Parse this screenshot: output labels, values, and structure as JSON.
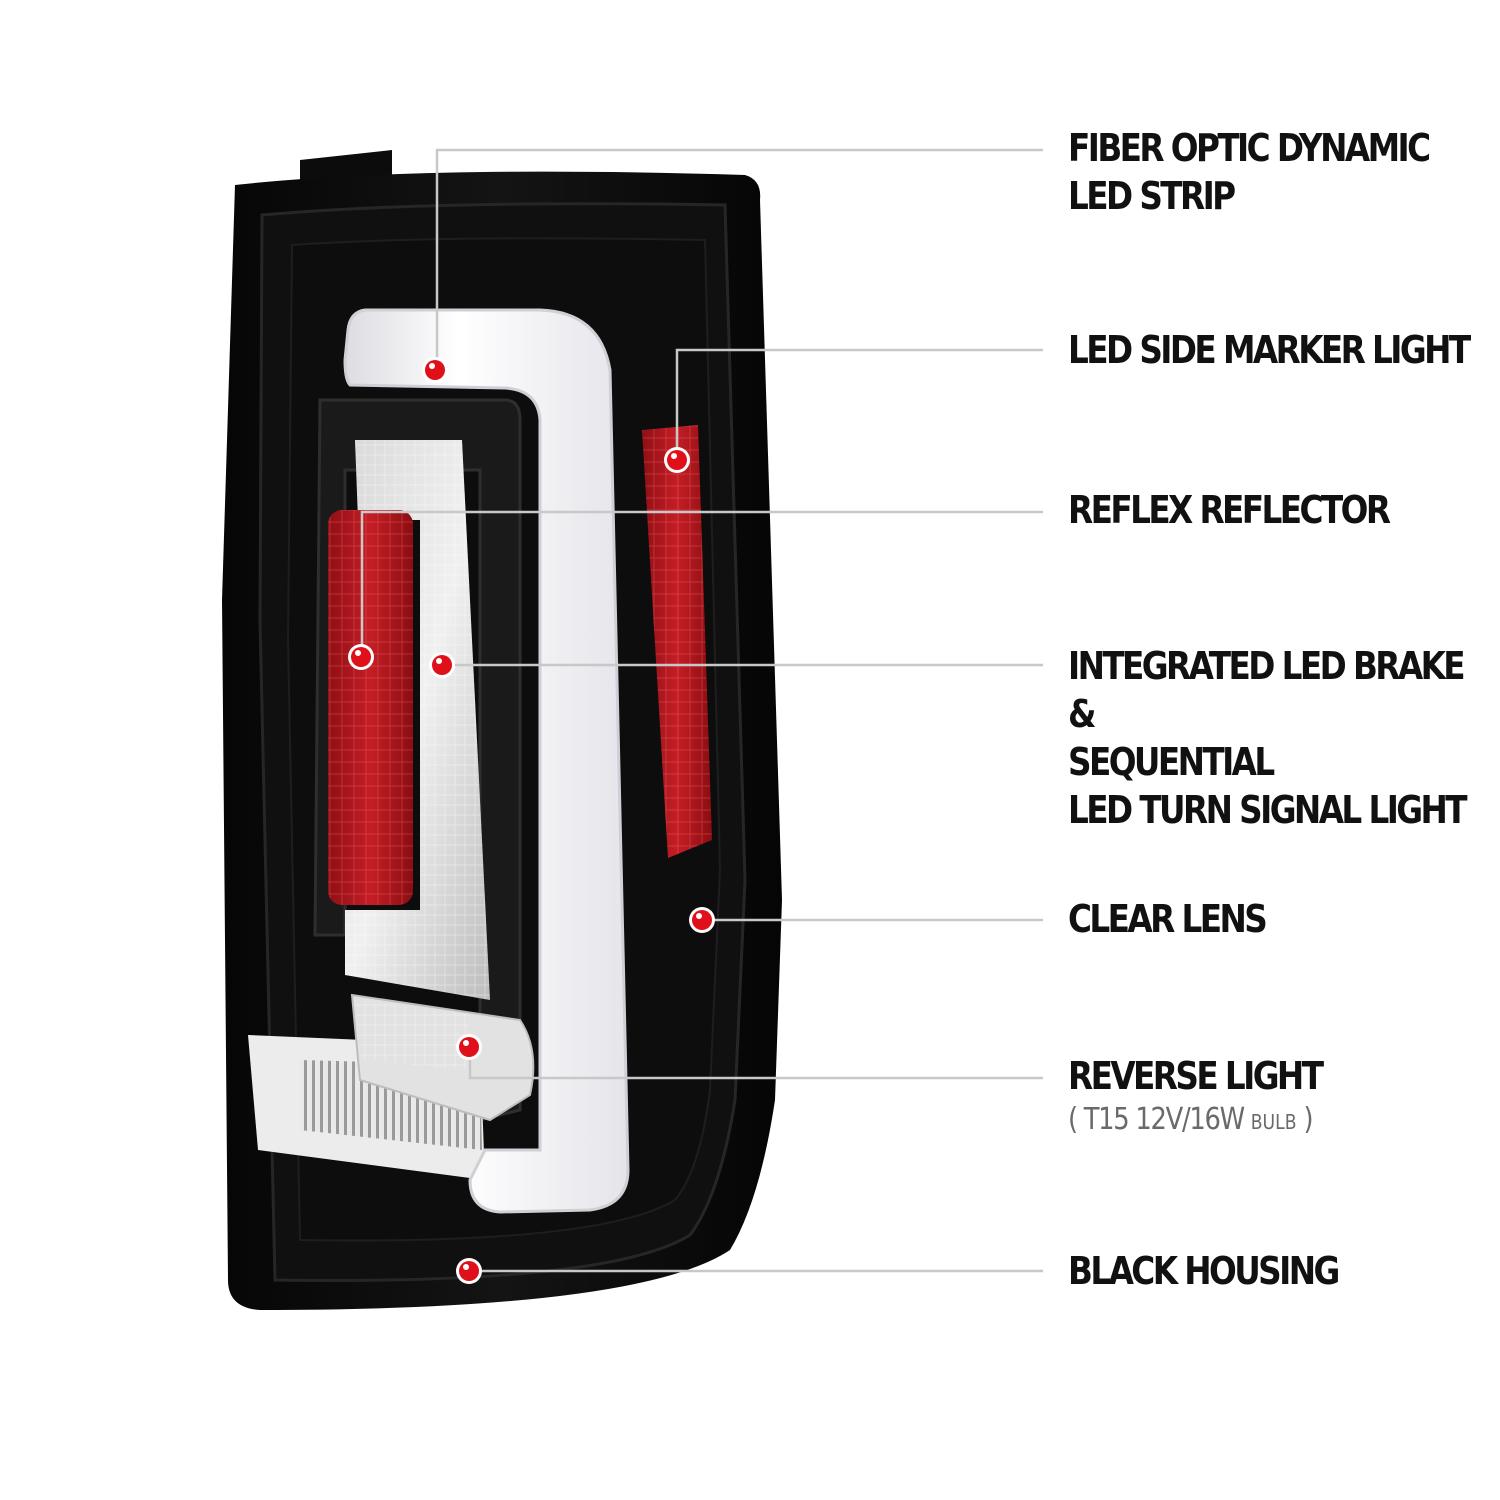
{
  "callouts": [
    {
      "id": "fiber",
      "lines": [
        "FIBER OPTIC DYNAMIC",
        "LED STRIP"
      ]
    },
    {
      "id": "marker",
      "lines": [
        "LED SIDE MARKER LIGHT"
      ]
    },
    {
      "id": "reflector",
      "lines": [
        "REFLEX REFLECTOR"
      ]
    },
    {
      "id": "brake",
      "lines": [
        "INTEGRATED LED BRAKE",
        "&",
        "SEQUENTIAL",
        "LED TURN SIGNAL LIGHT"
      ]
    },
    {
      "id": "clear",
      "lines": [
        "CLEAR LENS"
      ]
    },
    {
      "id": "reverse",
      "lines": [
        "REVERSE LIGHT"
      ]
    },
    {
      "id": "housing",
      "lines": [
        "BLACK HOUSING"
      ]
    }
  ],
  "reverse_bulb": {
    "open": "(",
    "spec": "T15  12V/16W",
    "unit": "BULB",
    "close": ")"
  },
  "colors": {
    "housing": "#0b0b0b",
    "reflector_red": "#b81820",
    "led_strip": "#f6f6f8",
    "marker_dot": "#e0101a",
    "leader_line": "#c8c8c8",
    "text": "#111111"
  }
}
